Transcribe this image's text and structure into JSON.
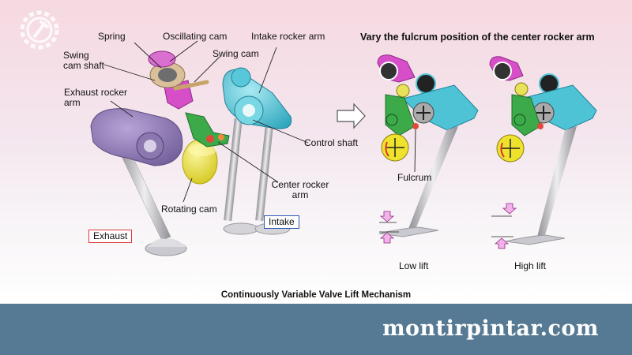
{
  "labels": {
    "spring": "Spring",
    "oscillating_cam": "Oscillating cam",
    "intake_rocker_arm": "Intake rocker arm",
    "swing_cam_shaft": "Swing cam shaft",
    "swing_cam": "Swing cam",
    "exhaust_rocker_arm": "Exhaust rocker arm",
    "control_shaft": "Control shaft",
    "rotating_cam": "Rotating cam",
    "center_rocker_arm": "Center rocker arm",
    "exhaust": "Exhaust",
    "intake": "Intake",
    "fulcrum": "Fulcrum",
    "low_lift": "Low lift",
    "high_lift": "High lift"
  },
  "right_title": "Vary the fulcrum position of the center rocker arm",
  "caption": "Continuously Variable Valve Lift Mechanism",
  "footer": {
    "brand": "montirpintar.com"
  },
  "colors": {
    "footer_bg": "#567a93",
    "exhaust_box_border": "#e0393c",
    "intake_box_border": "#2d59b8",
    "rocker_cyan": "#4fc3d6",
    "center_rocker_green": "#3daa4a",
    "swing_cam_magenta": "#d64fc8",
    "rotating_cam_yellow": "#f0e62a",
    "exhaust_rocker_purple": "#8a74b0"
  },
  "icons": {
    "logo": "gear-wrench-icon",
    "arrow": "right-arrow-icon"
  }
}
